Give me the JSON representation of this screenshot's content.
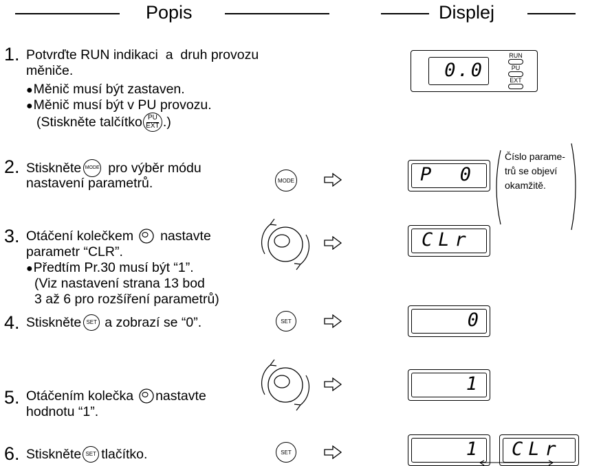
{
  "header": {
    "left_title": "Popis",
    "right_title": "Displej"
  },
  "steps": [
    {
      "num": "1.",
      "line1": "Potvrďte RUN indikaci  a  druh provozu",
      "line2": "měniče.",
      "bullet1": "Měnič musí být zastaven.",
      "bullet2": "Měnič musí být v PU provozu.",
      "paren_a": "(Stiskněte talčítko",
      "paren_b": ".)"
    },
    {
      "num": "2.",
      "line1_a": "Stiskněte",
      "line1_b": "pro výběr módu",
      "line2": "nastavení parametrů."
    },
    {
      "num": "3.",
      "line1_a": "Otáčení kolečkem",
      "line1_b": "nastavte",
      "line2": "parametr “CLR”.",
      "bullet1": "Předtím Pr.30 musí být “1”.",
      "sub1": "(Viz nastavení strana 13 bod",
      "sub2": "3 až 6 pro rozšíření parametrů)"
    },
    {
      "num": "4.",
      "line1_a": "Stiskněte",
      "line1_b": "a zobrazí se “0”."
    },
    {
      "num": "5.",
      "line1_a": "Otáčením kolečka",
      "line1_b": "nastavte",
      "line2": "hodnotu “1”."
    },
    {
      "num": "6.",
      "line1_a": "Stiskněte",
      "line1_b": "tlačítko."
    }
  ],
  "buttons": {
    "mode": "MODE",
    "set": "SET",
    "pu": "PU",
    "ext": "EXT"
  },
  "indicators": {
    "run": "RUN",
    "pu": "PU",
    "ext": "EXT"
  },
  "displays": {
    "d1": "0.0",
    "d2": "P  0",
    "d3": "CLr",
    "d4": "0",
    "d5": "1",
    "d6a": "1",
    "d6b": "CLr"
  },
  "note": {
    "line1": "Číslo parame-",
    "line2": "trů se objeví",
    "line3": "okamžitě."
  }
}
